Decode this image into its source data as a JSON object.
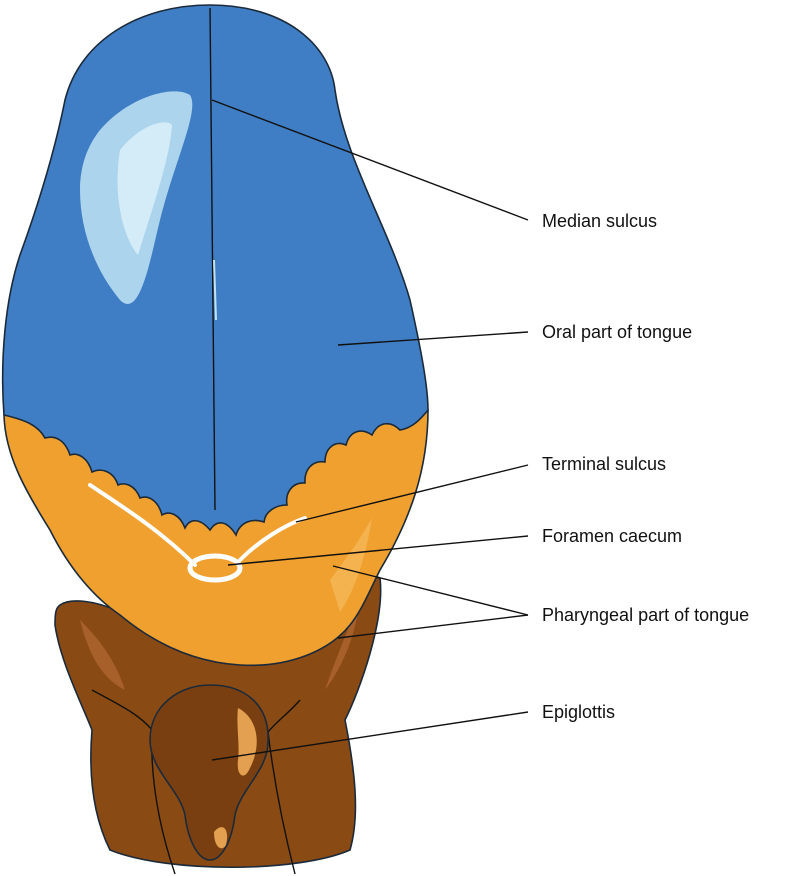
{
  "labels": {
    "median_sulcus": "Median sulcus",
    "oral_part": "Oral part of tongue",
    "terminal_sulcus": "Terminal sulcus",
    "foramen_caecum": "Foramen caecum",
    "pharyngeal_part": "Pharyngeal part of tongue",
    "epiglottis": "Epiglottis"
  },
  "colors": {
    "oral": "#3f7ec4",
    "oral_highlight": "#bfe3f5",
    "pharyngeal": "#f0a02e",
    "epiglottis_region": "#8a4a14",
    "epiglottis_highlight": "#e3a050",
    "sulcus_white": "#ffffff"
  }
}
